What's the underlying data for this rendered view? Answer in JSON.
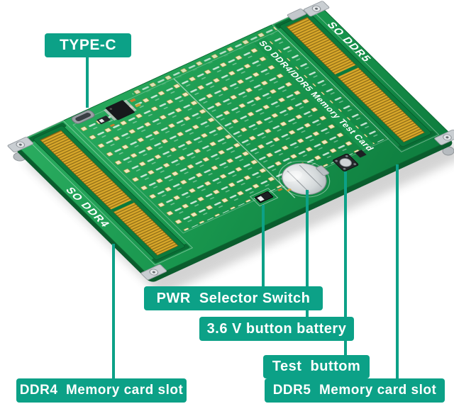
{
  "colors": {
    "accent_teal": "#0ca187",
    "pcb_green": "#1a9a50",
    "slot_gold": "#d9a82a",
    "background": "#ffffff"
  },
  "board_silkscreen": {
    "title": "SO DDR4/DDR5 Memory Test Card",
    "so_ddr5": "SO DDR5",
    "so_ddr4": "SO DDR4"
  },
  "callouts": {
    "type_c": "TYPE-C",
    "pwr_switch": "PWR  Selector Switch",
    "battery": "3.6 V button battery",
    "test_button": "Test  buttom",
    "ddr4_slot": "DDR4  Memory card slot",
    "ddr5_slot": "DDR5  Memory card slot"
  }
}
